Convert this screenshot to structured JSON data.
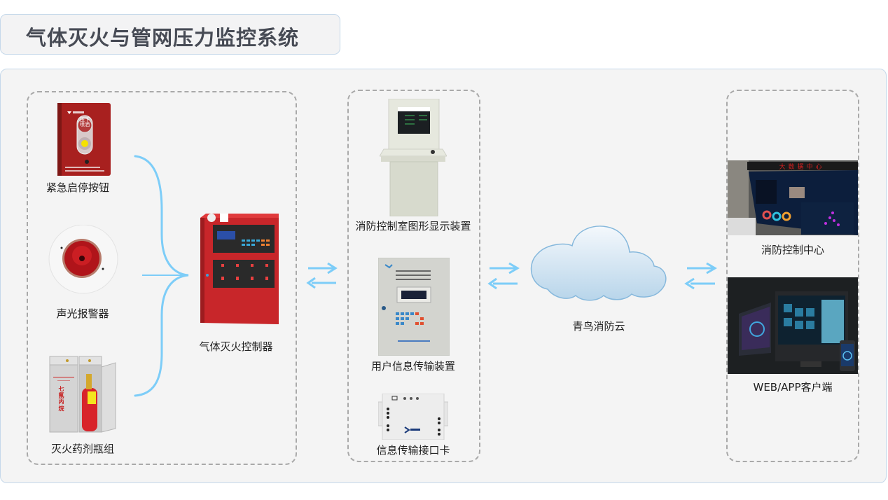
{
  "title": "气体灭火与管网压力监控系统",
  "colors": {
    "connector": "#7dcdf8",
    "device_red": "#c8262a",
    "panel_bg": "#f4f4f4",
    "border": "#c5d8ea",
    "title_text": "#474b55"
  },
  "field_devices": [
    {
      "label": "紧急启停按钮",
      "icon": "emergency-stop-button-icon",
      "device_text": "压下喷洒"
    },
    {
      "label": "声光报警器",
      "icon": "sound-light-alarm-icon"
    },
    {
      "label": "灭火药剂瓶组",
      "icon": "extinguishing-agent-cylinder-icon",
      "device_text": "七氟丙烷"
    }
  ],
  "controller": {
    "label": "气体灭火控制器",
    "icon": "gas-extinguishing-controller-icon"
  },
  "transmission_devices": [
    {
      "label": "消防控制室图形显示装置",
      "icon": "graphic-display-console-icon"
    },
    {
      "label": "用户信息传输装置",
      "icon": "user-info-transmission-device-icon"
    },
    {
      "label": "信息传输接口卡",
      "icon": "interface-card-icon"
    }
  ],
  "cloud": {
    "label": "青鸟消防云",
    "icon": "cloud-icon"
  },
  "clients": [
    {
      "label": "消防控制中心",
      "icon": "control-center-screen-icon",
      "screen_text": "大数据中心"
    },
    {
      "label": "WEB/APP客户端",
      "icon": "web-app-devices-icon"
    }
  ]
}
